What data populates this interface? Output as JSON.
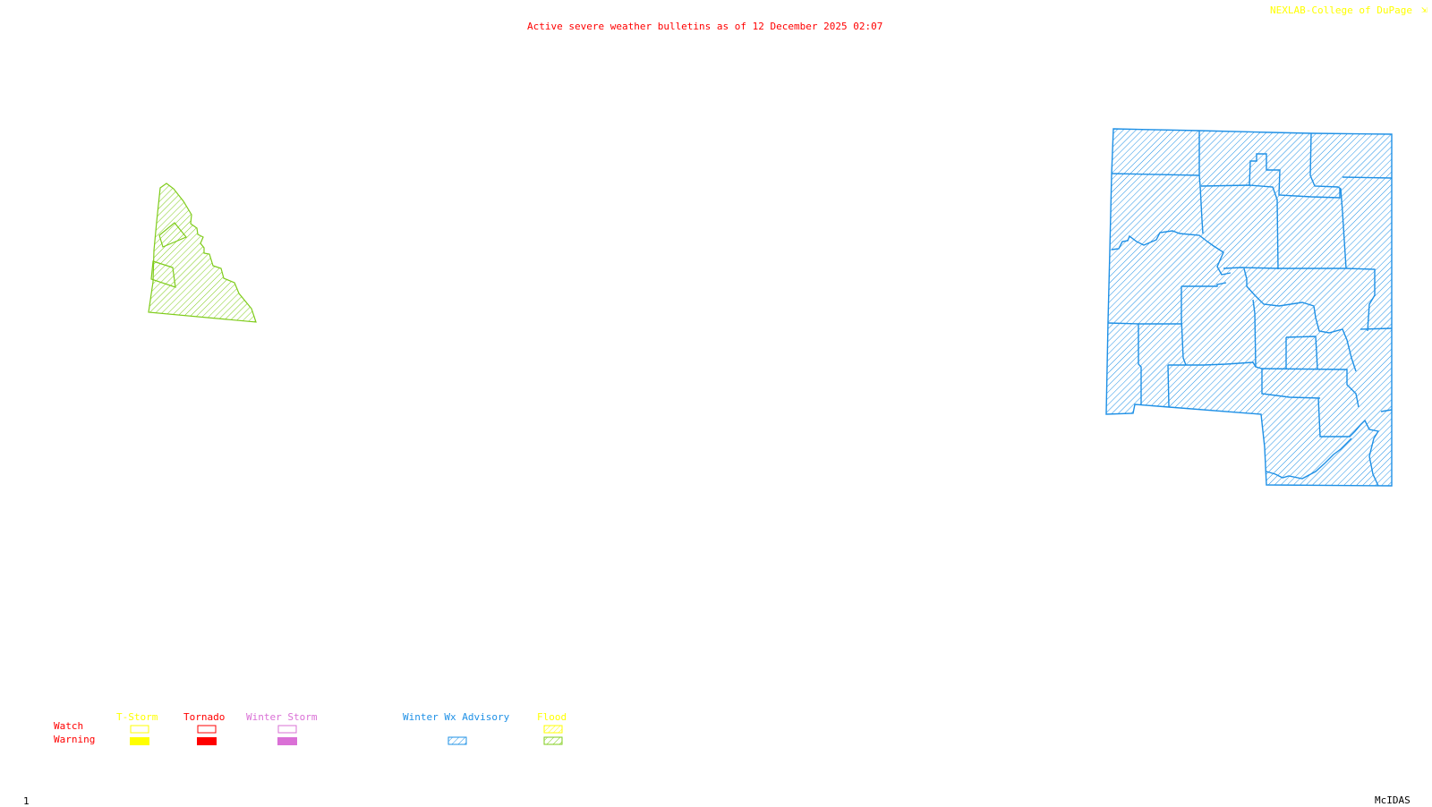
{
  "header": {
    "title": "Active severe weather bulletins as of 12 December 2025 02:07",
    "credit": "NEXLAB-College of DuPage",
    "credit_icon": "arrow-corner-icon"
  },
  "footer": {
    "frame_number": "1",
    "software": "McIDAS"
  },
  "colors": {
    "title": "#ff0000",
    "credit": "#ffff00",
    "tstorm": "#ffff00",
    "tornado": "#ff0000",
    "winter_storm": "#da70d6",
    "winter_wx_advisory": "#1e90e6",
    "flood_watch": "#ffff00",
    "flood_warning": "#7fcc1a"
  },
  "legend": {
    "row_labels": {
      "watch": "Watch",
      "warning": "Warning"
    },
    "categories": [
      {
        "key": "tstorm",
        "label": "T-Storm",
        "watch": "outline",
        "warning": "filled"
      },
      {
        "key": "tornado",
        "label": "Tornado",
        "watch": "outline",
        "warning": "filled"
      },
      {
        "key": "winter_storm",
        "label": "Winter Storm",
        "watch": "outline",
        "warning": "filled"
      },
      {
        "key": "winter_wx_advisory",
        "label": "Winter Wx Advisory",
        "watch": "none",
        "warning": "hatched"
      },
      {
        "key": "flood",
        "label": "Flood",
        "watch": "hatched",
        "warning": "hatched"
      }
    ]
  },
  "map": {
    "active_areas": [
      {
        "name": "flood-warning-area",
        "type": "Flood Warning",
        "style": "hatched"
      },
      {
        "name": "winter-wx-advisory-area",
        "type": "Winter Wx Advisory",
        "style": "hatched"
      }
    ]
  }
}
